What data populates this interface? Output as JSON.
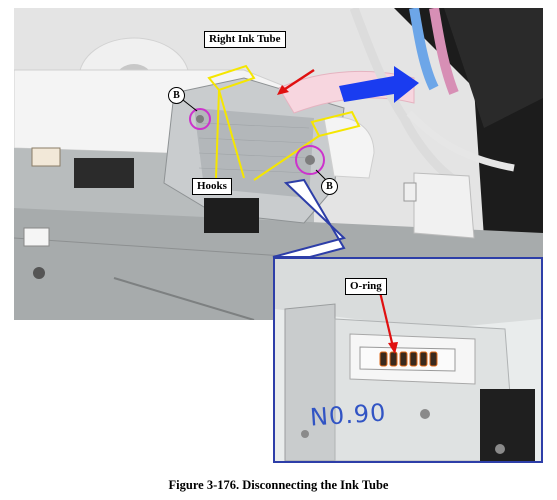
{
  "figure": {
    "callouts": {
      "right_ink_tube": "Right Ink Tube",
      "hooks": "Hooks",
      "screw_left": "B",
      "screw_right": "B",
      "o_ring": "O-ring"
    },
    "inset_handwriting": "N0.90",
    "caption": "Figure 3-176.  Disconnecting the Ink Tube"
  },
  "colors": {
    "highlight_yellow": "#f5e600",
    "arrow_blue": "#1a3cf0",
    "circle_magenta": "#cc33cc",
    "inset_border": "#2d3ea8",
    "pointer_red": "#e01010"
  }
}
